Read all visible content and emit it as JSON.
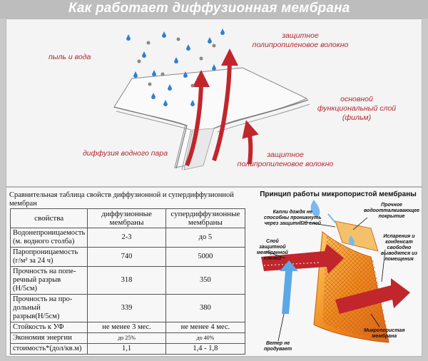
{
  "title": "Как работает диффузионная мембрана",
  "diagram": {
    "label_dust_water": "пыль и вода",
    "label_outer_fiber": [
      "защитное",
      "полипропиленовое волокно"
    ],
    "label_functional": [
      "основной",
      "функциональный слой",
      "(фильм)"
    ],
    "label_vapor": "диффузия водного пара",
    "label_inner_fiber": [
      "защитное",
      "полипропиленовое волокно"
    ]
  },
  "table": {
    "caption": "Сравнительная таблица свойств диффузионной и супердиффузионной мембран",
    "headers": [
      "свойства",
      "диффузионные мембраны",
      "супердиффузионные мембраны"
    ],
    "rows": [
      {
        "prop": [
          "Водонепроницаемость",
          "(м. водного столба)"
        ],
        "diff": "2-3",
        "super": "до 5"
      },
      {
        "prop": [
          "Паропроницаемость",
          "(г/м²  за 24 ч)"
        ],
        "diff": "740",
        "super": "5000"
      },
      {
        "prop": [
          "Прочность на попе-",
          "речный разрыв (Н/5см)"
        ],
        "diff": "318",
        "super": "350"
      },
      {
        "prop": [
          "Прочность на про-",
          "дольный разрыв(Н/5см)"
        ],
        "diff": "339",
        "super": "380"
      },
      {
        "prop": [
          "Стойкость к УФ"
        ],
        "diff": "не менее 3 мес.",
        "super": "не менее 4 мес."
      },
      {
        "prop": [
          "Экономия энергии"
        ],
        "diff": "до 25%",
        "super": "до 40%"
      },
      {
        "prop": [
          "стоимость*(дол/кв.м)"
        ],
        "diff": "1,1",
        "super": "1,4 - 1,8"
      }
    ]
  },
  "micro": {
    "title": "Принцип работы микропористой мембраны",
    "label_rain": [
      "Капли дождя не",
      "способны проникнуть",
      "через защитный слой"
    ],
    "label_coating": [
      "Прочное",
      "водоотталкивающее",
      "покрытие"
    ],
    "label_evap": [
      "Испарения и",
      "конденсат",
      "свободно",
      "выводятся из",
      "помещения"
    ],
    "label_layer": [
      "Слой",
      "защитной",
      "мембранной",
      "пленки"
    ],
    "label_wind": [
      "Ветер не",
      "продувает"
    ],
    "label_micro": [
      "Микропористая",
      "мембрана"
    ]
  },
  "colors": {
    "label_red": "#b3242f",
    "arrow_red": "#c0262c",
    "drop_blue": "#2f7fd2",
    "orange": "#f08c1e"
  }
}
